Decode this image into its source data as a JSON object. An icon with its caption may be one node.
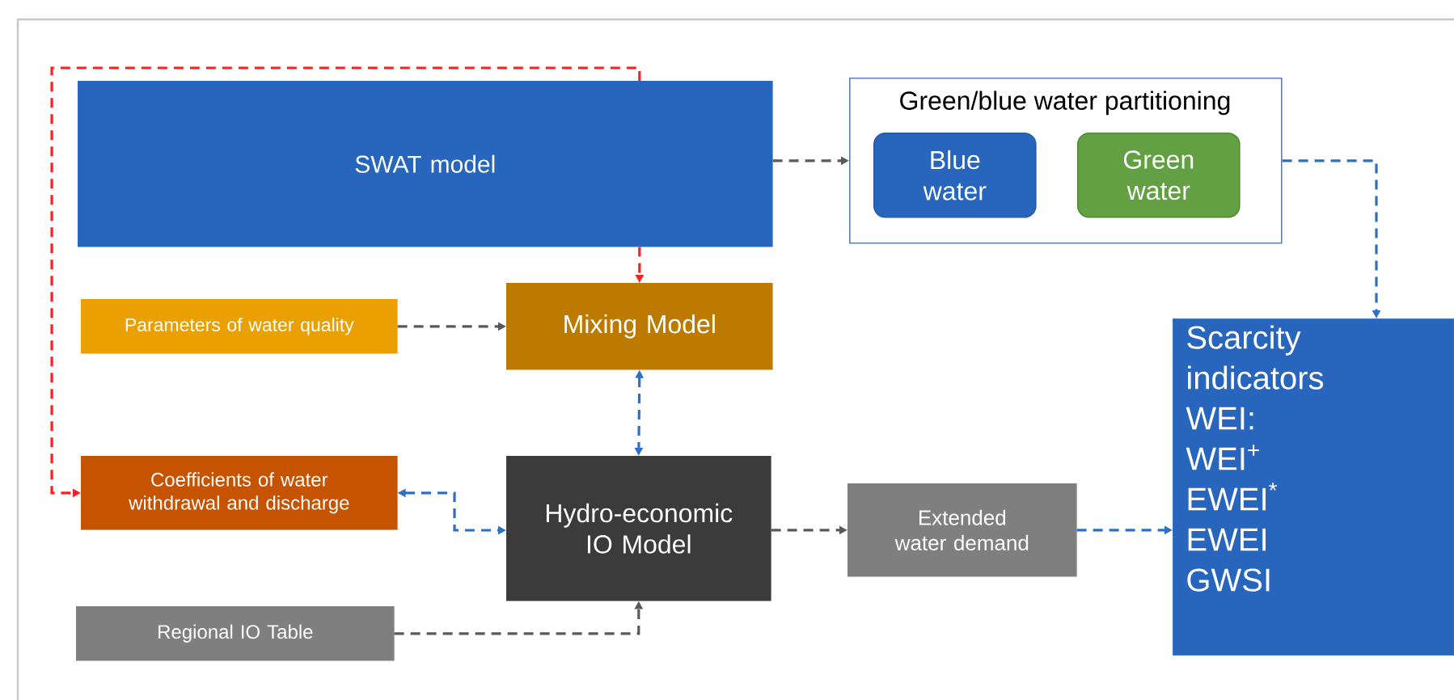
{
  "diagram": {
    "nodes": [
      {
        "text": [
          "SWAT model"
        ]
      },
      {
        "text": [
          "Green/blue water partitioning"
        ]
      },
      {
        "text": [
          "Blue water"
        ],
        "in": 1
      },
      {
        "text": [
          "Green water"
        ],
        "in": 1
      },
      {
        "text": [
          "Parameters of water quality"
        ]
      },
      {
        "text": [
          "Mixing Model"
        ]
      },
      {
        "text": [
          "Coefficients of water withdrawal and discharge"
        ]
      },
      {
        "text": [
          "Hydro-economic IO Model"
        ]
      },
      {
        "text": [
          "Regional IO Table"
        ]
      },
      {
        "text": [
          "Extended water demand"
        ]
      },
      {
        "text": [
          "Scarcity indicators",
          "WEI:",
          "WEI$^{+}$",
          "EWEI$^{*}$",
          "EWEI",
          "GWSI"
        ]
      }
    ],
    "edges": [
      {
        "from": 0,
        "to": 1,
        "arrow": "to",
        "style": "dashed",
        "color": "#595959"
      },
      {
        "from": 1,
        "to": 10,
        "arrow": "to",
        "style": "dashed",
        "color": "#2e6fc6"
      },
      {
        "from": 0,
        "to": 5,
        "arrow": "to",
        "style": "dashed",
        "color": "#ff1f1f"
      },
      {
        "from": 0,
        "to": 6,
        "arrow": "to",
        "style": "dashed",
        "color": "#ff1f1f"
      },
      {
        "from": 4,
        "to": 5,
        "arrow": "to",
        "style": "dashed",
        "color": "#595959"
      },
      {
        "from": 5,
        "to": 7,
        "arrow": "both",
        "style": "dashed",
        "color": "#2e6fc6"
      },
      {
        "from": 6,
        "to": 7,
        "arrow": "both",
        "style": "dashed",
        "color": "#2e6fc6"
      },
      {
        "from": 8,
        "to": 7,
        "arrow": "to",
        "style": "dashed",
        "color": "#595959"
      },
      {
        "from": 7,
        "to": 9,
        "arrow": "to",
        "style": "dashed",
        "color": "#595959"
      },
      {
        "from": 9,
        "to": 10,
        "arrow": "to",
        "style": "dashed",
        "color": "#2e6fc6"
      }
    ]
  }
}
